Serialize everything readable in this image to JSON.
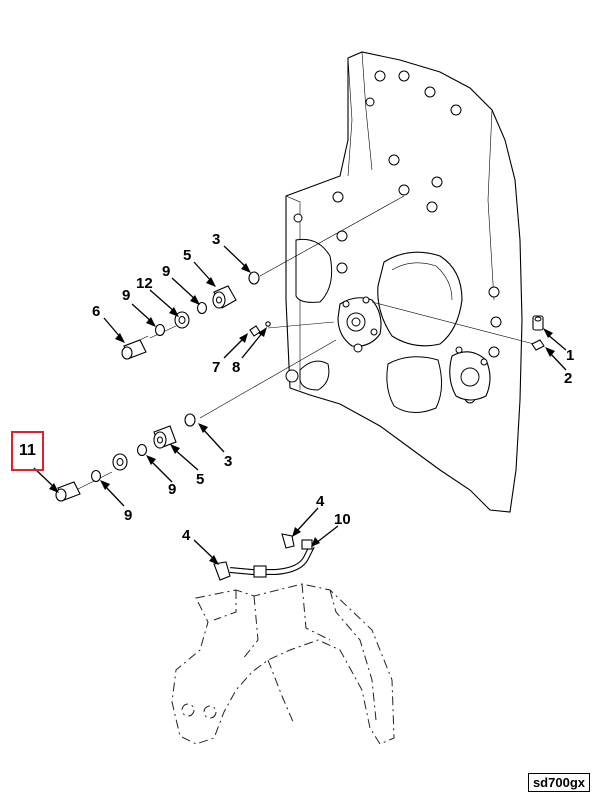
{
  "callouts": [
    {
      "id": "c1",
      "label": "1"
    },
    {
      "id": "c2",
      "label": "2"
    },
    {
      "id": "c3a",
      "label": "3"
    },
    {
      "id": "c3b",
      "label": "3"
    },
    {
      "id": "c4a",
      "label": "4"
    },
    {
      "id": "c4b",
      "label": "4"
    },
    {
      "id": "c5a",
      "label": "5"
    },
    {
      "id": "c5b",
      "label": "5"
    },
    {
      "id": "c6",
      "label": "6"
    },
    {
      "id": "c7",
      "label": "7"
    },
    {
      "id": "c8",
      "label": "8"
    },
    {
      "id": "c9a",
      "label": "9"
    },
    {
      "id": "c9b",
      "label": "9"
    },
    {
      "id": "c9c",
      "label": "9"
    },
    {
      "id": "c9d",
      "label": "9"
    },
    {
      "id": "c10",
      "label": "10"
    },
    {
      "id": "c12",
      "label": "12"
    }
  ],
  "highlighted_callout": {
    "label": "11",
    "highlight_color": "#e0202a"
  },
  "reference_code": "sd700gx"
}
